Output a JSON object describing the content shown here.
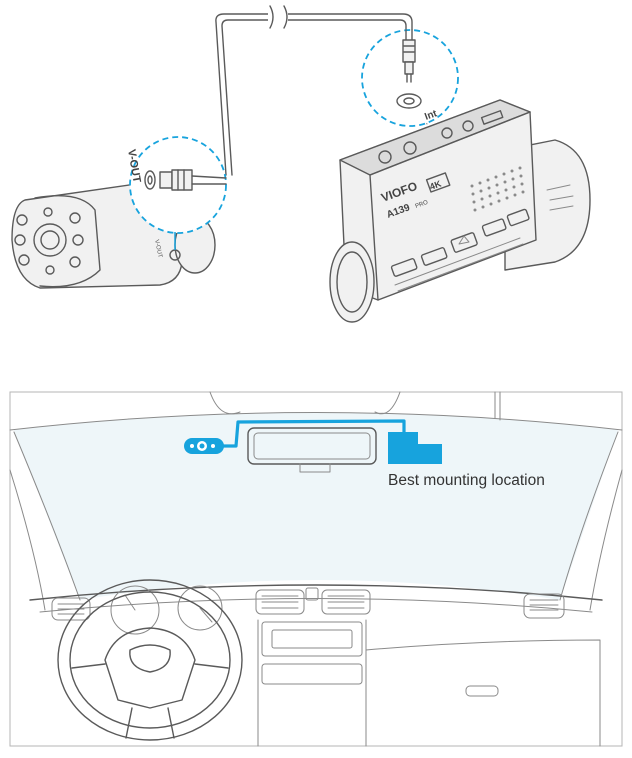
{
  "top_figure": {
    "dashcam_brand": "VIOFO",
    "dashcam_model": "A139",
    "dashcam_model_badge": "PRO",
    "dashcam_resolution_badge": "4K",
    "rear_port_label": "V-OUT",
    "callout_rear_label": "V-OUT",
    "callout_front_label": "Int"
  },
  "bottom_figure": {
    "mounting_caption": "Best mounting location"
  },
  "colors": {
    "accent": "#17a3dd",
    "line": "#5a5a5a",
    "windshield_tint": "#eef6f9"
  },
  "icons": {
    "cable": "cable-icon",
    "warning": "warning-triangle-icon"
  }
}
